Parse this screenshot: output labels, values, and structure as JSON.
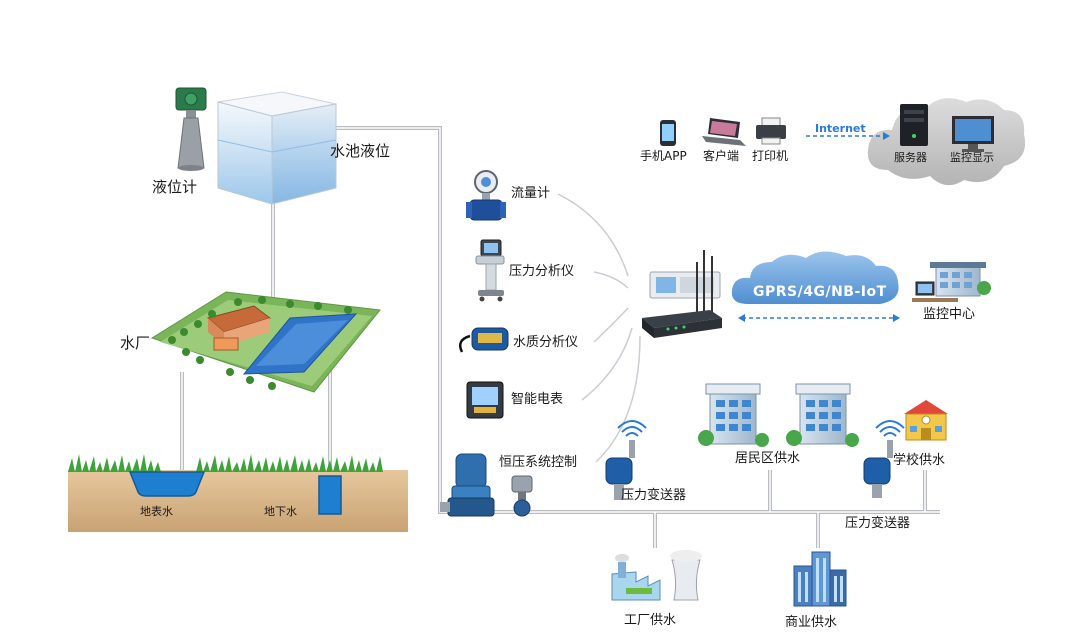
{
  "labels": {
    "level_meter": "液位计",
    "tank_level": "水池液位",
    "water_plant": "水厂",
    "surface_water": "地表水",
    "groundwater": "地下水",
    "flow_meter": "流量计",
    "pressure_analyzer": "压力分析仪",
    "water_quality_analyzer": "水质分析仪",
    "smart_meter": "智能电表",
    "constant_pressure_control": "恒压系统控制",
    "pressure_transmitter_1": "压力变送器",
    "pressure_transmitter_2": "压力变送器",
    "residential_supply": "居民区供水",
    "school_supply": "学校供水",
    "factory_supply": "工厂供水",
    "commercial_supply": "商业供水",
    "monitoring_center": "监控中心",
    "network_cloud": "GPRS/4G/NB-IoT",
    "internet": "Internet",
    "mobile_app": "手机APP",
    "client": "客户端",
    "printer": "打印机",
    "server": "服务器",
    "monitor_display": "监控显示"
  },
  "colors": {
    "pipe": "#b9bcc0",
    "water": "#1e7fd0",
    "soil": "#d9b98f",
    "grass": "#3da33a",
    "cloud_blue": "#6fa8de",
    "cloud_gray": "#c8c8c8",
    "link_dash": "#2b7bd6"
  },
  "icons": [
    "level-radar-icon",
    "water-tank-icon",
    "water-plant-icon",
    "flow-meter-icon",
    "pressure-analyzer-icon",
    "water-quality-icon",
    "smart-meter-icon",
    "pump-icon",
    "valve-icon",
    "transmitter-icon",
    "wifi-icon",
    "rtu-gateway-icon",
    "building-icon",
    "school-icon",
    "factory-icon",
    "skyscraper-icon",
    "phone-icon",
    "laptop-icon",
    "printer-icon",
    "server-icon",
    "monitor-icon",
    "monitoring-center-icon"
  ]
}
